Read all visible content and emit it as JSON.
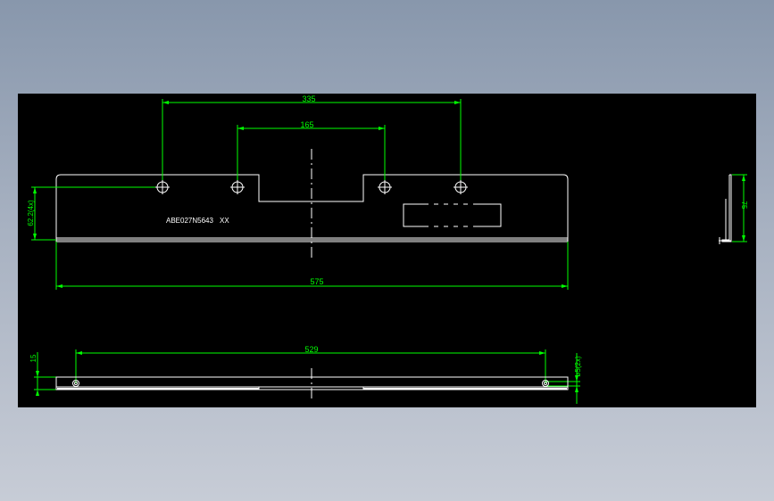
{
  "colors": {
    "background": "#000000",
    "outline": "#ffffff",
    "dimension": "#00ff00",
    "centerline": "#ffffff"
  },
  "part_label": {
    "code": "ABE027N5643",
    "suffix": "XX"
  },
  "dimensions": {
    "top_span_outer": "335",
    "top_span_inner": "165",
    "overall_length": "575",
    "hole_height": "62.2(4x)",
    "side_height": "75",
    "bottom_span": "529",
    "bottom_thickness": "15",
    "bottom_hole": "ø5(2x)"
  }
}
